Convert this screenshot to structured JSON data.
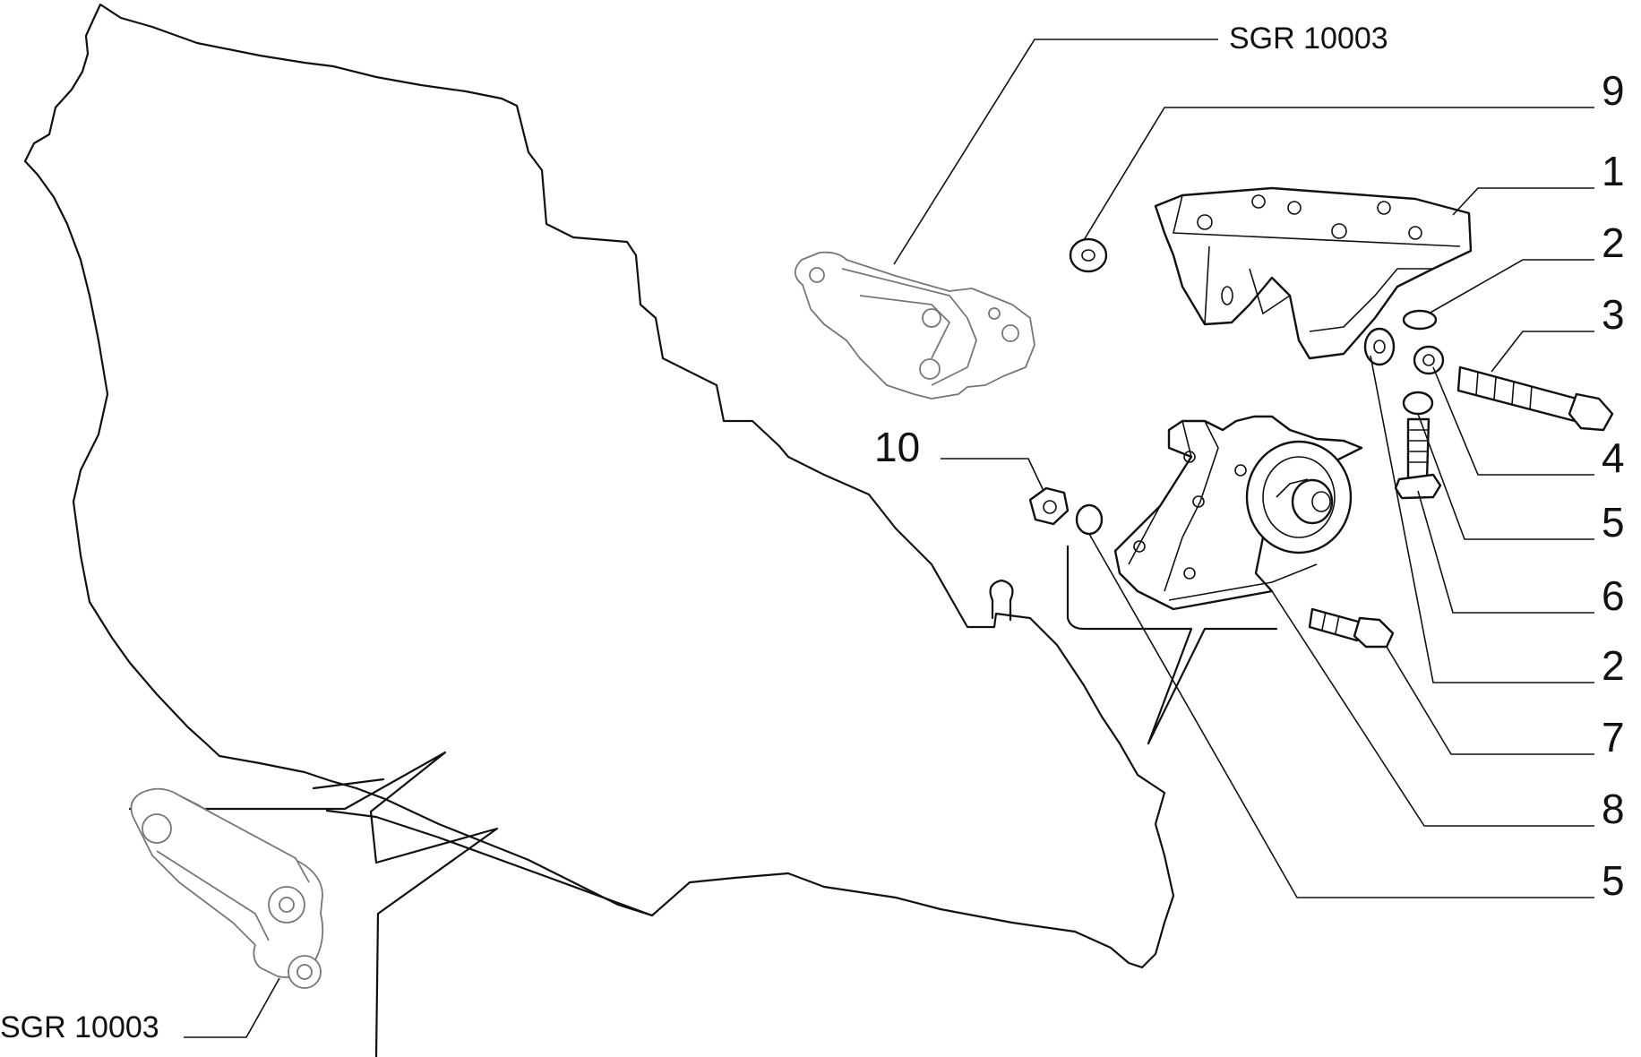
{
  "references": {
    "top": "SGR 10003",
    "bottom": "SGR 10003"
  },
  "callouts": [
    "9",
    "1",
    "2",
    "3",
    "4",
    "5",
    "6",
    "2",
    "7",
    "8",
    "5"
  ],
  "left_callout": "10",
  "colors": {
    "line": "#111111",
    "ghost": "#777777",
    "background": "#ffffff"
  }
}
